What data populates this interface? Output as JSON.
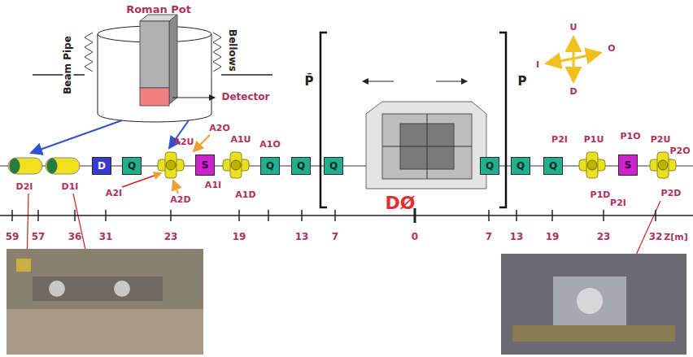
{
  "diagram": {
    "nodes": [
      {
        "text": [
          "D"
        ]
      },
      {
        "text": [
          "Q"
        ]
      },
      {
        "text": [
          "S"
        ]
      },
      {
        "text": [
          "Q"
        ]
      },
      {
        "text": [
          "Q"
        ]
      },
      {
        "text": [
          "Q"
        ]
      },
      {
        "text": [
          "Q"
        ]
      },
      {
        "text": [
          "Q"
        ]
      },
      {
        "text": [
          "Q"
        ]
      },
      {
        "text": [
          "S"
        ]
      }
    ],
    "labels": [
      "Roman Pot",
      "Beam Pipe",
      "Bellows",
      "Detector",
      "P̄",
      "P",
      "U",
      "O",
      "I",
      "D",
      "D2I",
      "D1I",
      "A2U",
      "A2O",
      "A2I",
      "A2D",
      "A1U",
      "A1O",
      "A1I",
      "A1D",
      "DØ",
      "P1U",
      "P1O",
      "P2I",
      "P1D",
      "P2U",
      "P2O",
      "P2I",
      "P2D",
      "59",
      "57",
      "36",
      "31",
      "23",
      "19",
      "13",
      "7",
      "0",
      "7",
      "13",
      "19",
      "23",
      "32",
      "Z[m]"
    ]
  }
}
